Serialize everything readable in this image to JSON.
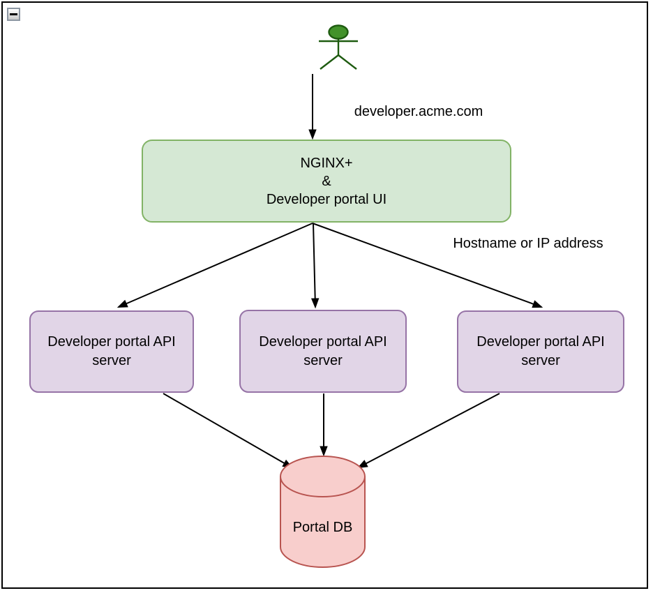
{
  "window": {
    "collapse_button": {
      "icon": "minus"
    }
  },
  "actor": {
    "fill": "#42922a",
    "stroke": "#1e5b10"
  },
  "edge_labels": {
    "user_to_nginx": "developer.acme.com",
    "nginx_to_servers": "Hostname or IP address"
  },
  "nodes": {
    "nginx": {
      "label": "NGINX+\n&\nDeveloper portal UI",
      "fill": "#d5e8d4",
      "stroke": "#82b366"
    },
    "api_servers": [
      {
        "label": "Developer portal API\nserver"
      },
      {
        "label": "Developer portal API\nserver"
      },
      {
        "label": "Developer portal API\nserver"
      }
    ],
    "api_server_fill": "#e1d5e7",
    "api_server_stroke": "#9673a6",
    "db": {
      "label": "Portal DB",
      "fill": "#f8cecc",
      "stroke": "#b85450"
    }
  },
  "arrow_color": "#000000"
}
